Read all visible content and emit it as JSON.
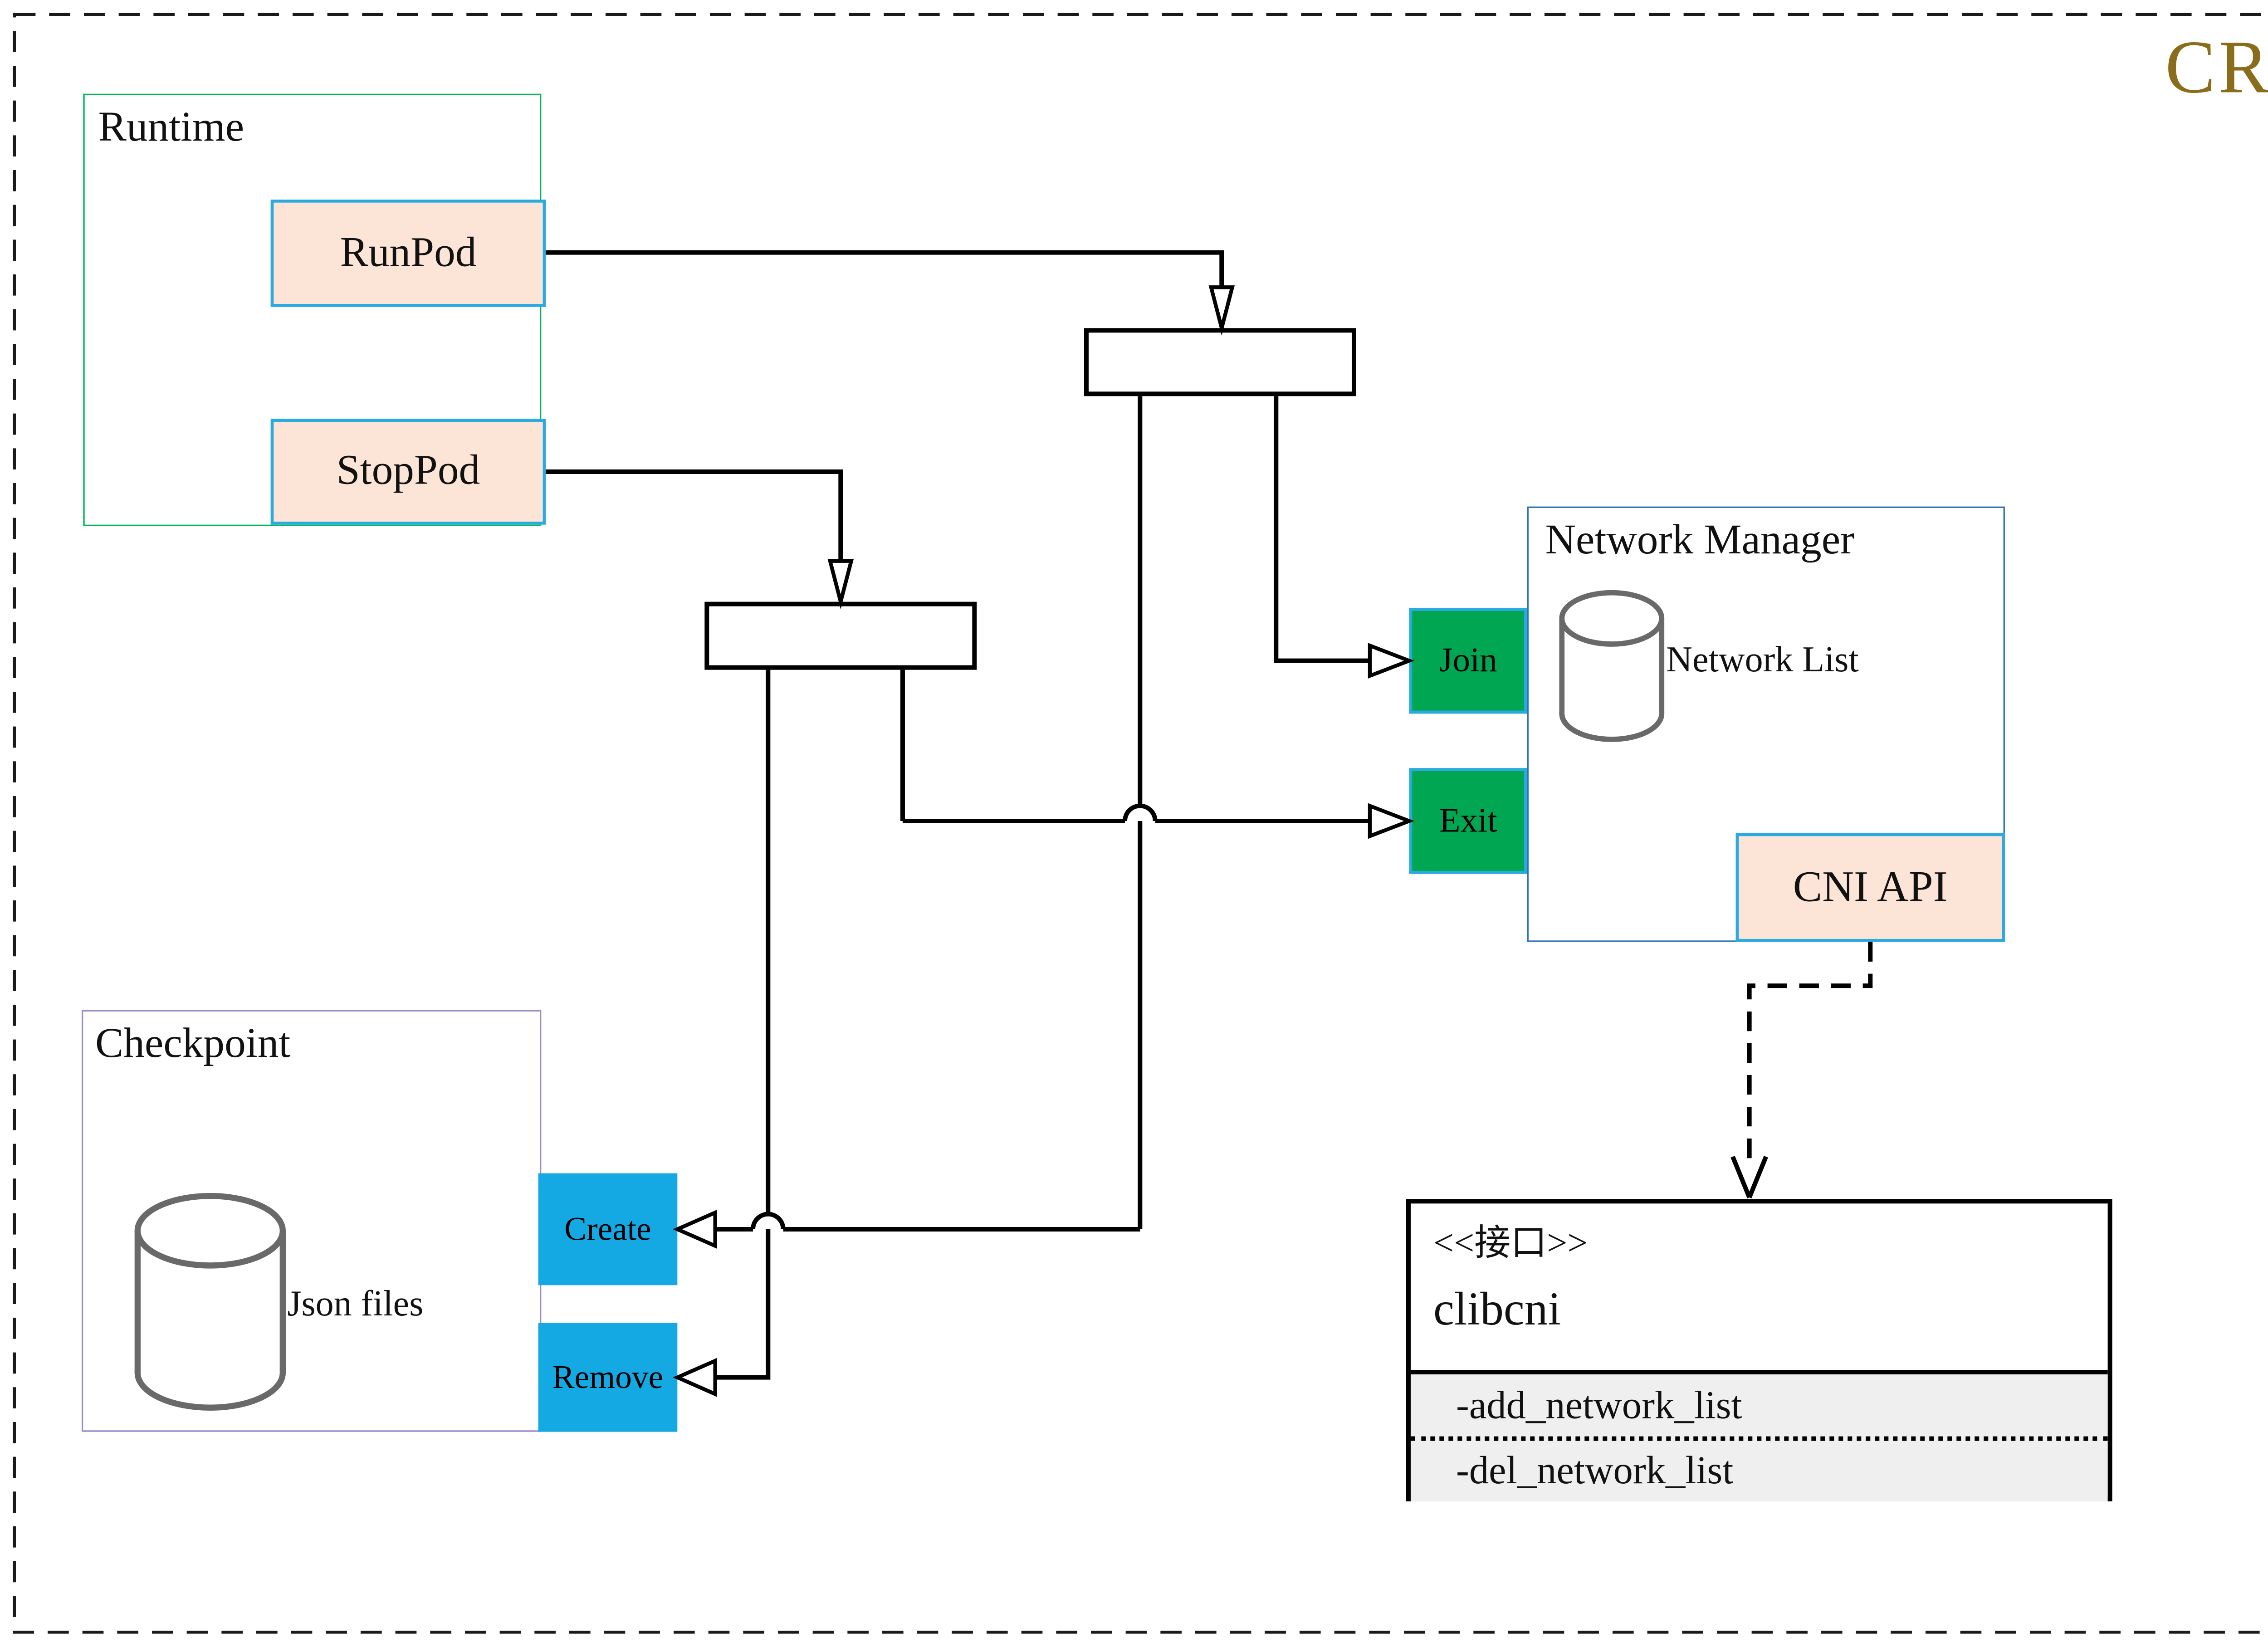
{
  "badge": {
    "label": "CRI"
  },
  "runtime": {
    "title": "Runtime",
    "runpod_label": "RunPod",
    "stoppod_label": "StopPod"
  },
  "network_manager": {
    "title": "Network Manager",
    "database_label": "Network List",
    "join_label": "Join",
    "exit_label": "Exit",
    "cni_api_label": "CNI API"
  },
  "checkpoint": {
    "title": "Checkpoint",
    "database_label": "Json files",
    "create_label": "Create",
    "remove_label": "Remove"
  },
  "clibcni": {
    "stereotype": "<<接口>>",
    "name": "clibcni",
    "methods": [
      "-add_network_list",
      "-del_network_list"
    ]
  },
  "colors": {
    "badge_text": "#8a6d1a",
    "runtime_border": "#00b956",
    "pod_fill": "#fce4d6",
    "pod_border": "#29abe2",
    "action_green": "#00a651",
    "action_blue": "#14a9e3",
    "network_manager_border": "#2e75b6",
    "checkpoint_border": "#9b8cc4",
    "clibcni_attr_fill": "#efefef",
    "cylinder_stroke": "#696969",
    "line_color": "#000000"
  }
}
